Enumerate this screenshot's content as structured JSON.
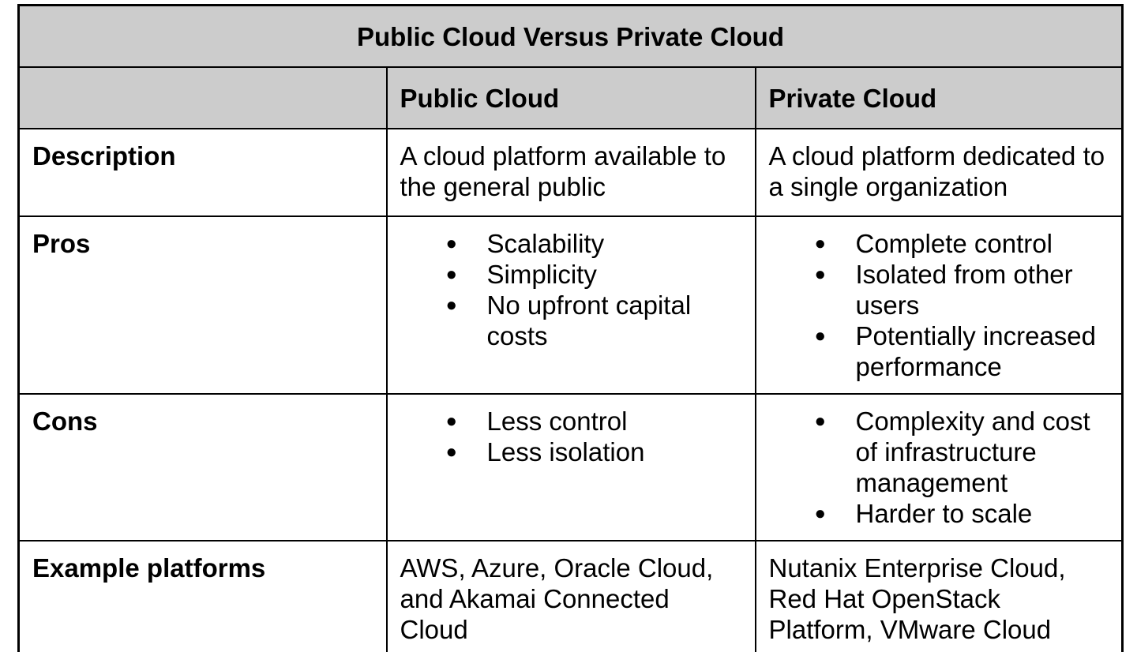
{
  "table": {
    "title": "Public Cloud Versus Private Cloud",
    "columns": {
      "public_header": "Public Cloud",
      "private_header": "Private Cloud"
    },
    "rows": {
      "description": {
        "label": "Description",
        "public": "A cloud platform available to the general public",
        "private": "A cloud platform dedicated to a single organization"
      },
      "pros": {
        "label": "Pros",
        "public_items": [
          "Scalability",
          "Simplicity",
          "No upfront capital costs"
        ],
        "private_items": [
          "Complete control",
          "Isolated from other users",
          "Potentially increased performance"
        ]
      },
      "cons": {
        "label": "Cons",
        "public_items": [
          "Less control",
          "Less isolation"
        ],
        "private_items": [
          "Complexity and cost of infrastructure management",
          "Harder to scale"
        ]
      },
      "example_platforms": {
        "label": "Example platforms",
        "public": "AWS, Azure, Oracle Cloud, and Akamai Connected Cloud",
        "private": "Nutanix Enterprise Cloud, Red Hat OpenStack Platform, VMware Cloud"
      }
    },
    "colors": {
      "header_bg": "#cccccc",
      "border": "#000000",
      "page_bg": "#ffffff"
    }
  }
}
